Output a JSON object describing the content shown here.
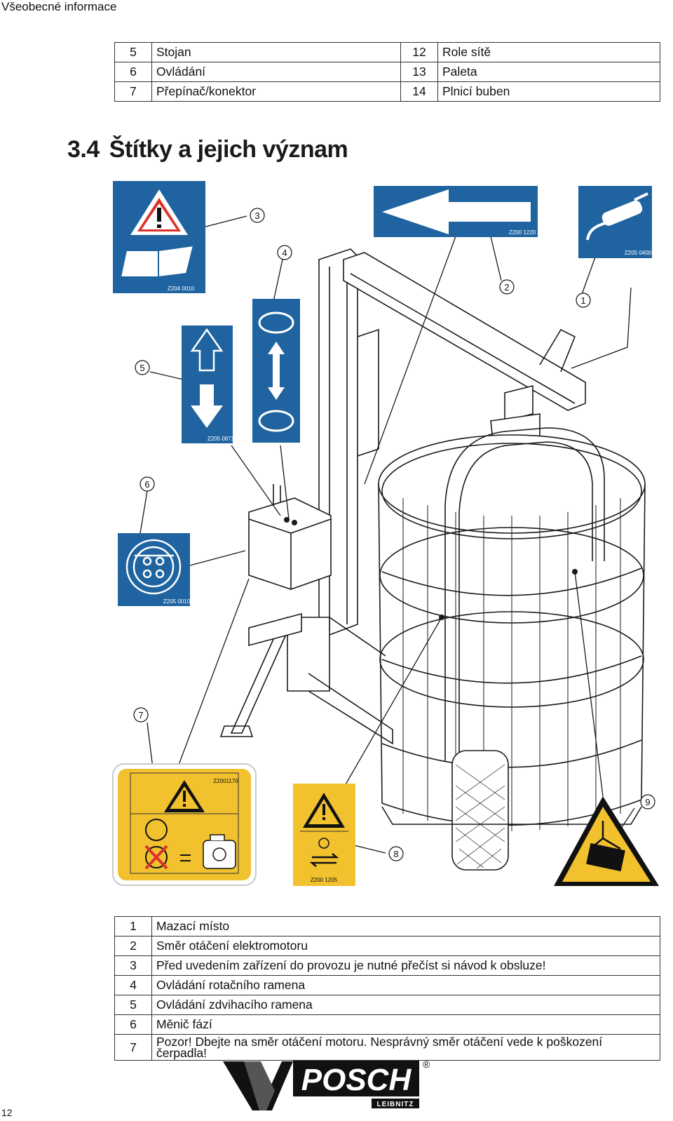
{
  "header": {
    "section_label": "Všeobecné informace"
  },
  "top_table": {
    "rows": [
      {
        "n1": "5",
        "t1": "Stojan",
        "n2": "12",
        "t2": "Role sítě"
      },
      {
        "n1": "6",
        "t1": "Ovládání",
        "n2": "13",
        "t2": "Paleta"
      },
      {
        "n1": "7",
        "t1": "Přepínač/konektor",
        "n2": "14",
        "t2": "Plnicí buben"
      }
    ]
  },
  "section": {
    "number": "3.4",
    "title": "Štítky a jejich význam"
  },
  "figure": {
    "callouts": [
      "1",
      "2",
      "3",
      "4",
      "5",
      "6",
      "7",
      "8",
      "9"
    ],
    "sign_codes": {
      "manual": "Z204 0010",
      "arrow": "Z200 1220",
      "grease": "Z205 0400",
      "lift": "Z205 0871",
      "phase": "Z205 0010",
      "pump": "Z2001170",
      "motor": "Z200 1205"
    },
    "colors": {
      "sign_blue": "#1f64a0",
      "sign_yellow": "#f2c12e",
      "cross_red": "#d9342b"
    },
    "icons": [
      "warning-triangle-icon",
      "open-book-icon",
      "arrow-left-icon",
      "grease-gun-icon",
      "arrow-up-icon",
      "arrow-down-icon",
      "rotate-icon",
      "double-arrow-icon",
      "phase-converter-icon",
      "pump-icon",
      "lifting-hazard-icon",
      "machine-drawing"
    ]
  },
  "bottom_table": {
    "rows": [
      {
        "n": "1",
        "t": "Mazací místo"
      },
      {
        "n": "2",
        "t": "Směr otáčení elektromotoru"
      },
      {
        "n": "3",
        "t": "Před uvedením zařízení do provozu je nutné přečíst si návod k obsluze!"
      },
      {
        "n": "4",
        "t": "Ovládání rotačního ramena"
      },
      {
        "n": "5",
        "t": "Ovládání zdvihacího ramena"
      },
      {
        "n": "6",
        "t": "Měnič fází"
      },
      {
        "n": "7",
        "t": "Pozor! Dbejte na směr otáčení motoru. Nesprávný směr otáčení vede k poškození čerpadla!"
      }
    ]
  },
  "footer": {
    "brand": "POSCH",
    "brand_sub": "LEIBNITZ",
    "registered": "®",
    "page_number": "12"
  }
}
